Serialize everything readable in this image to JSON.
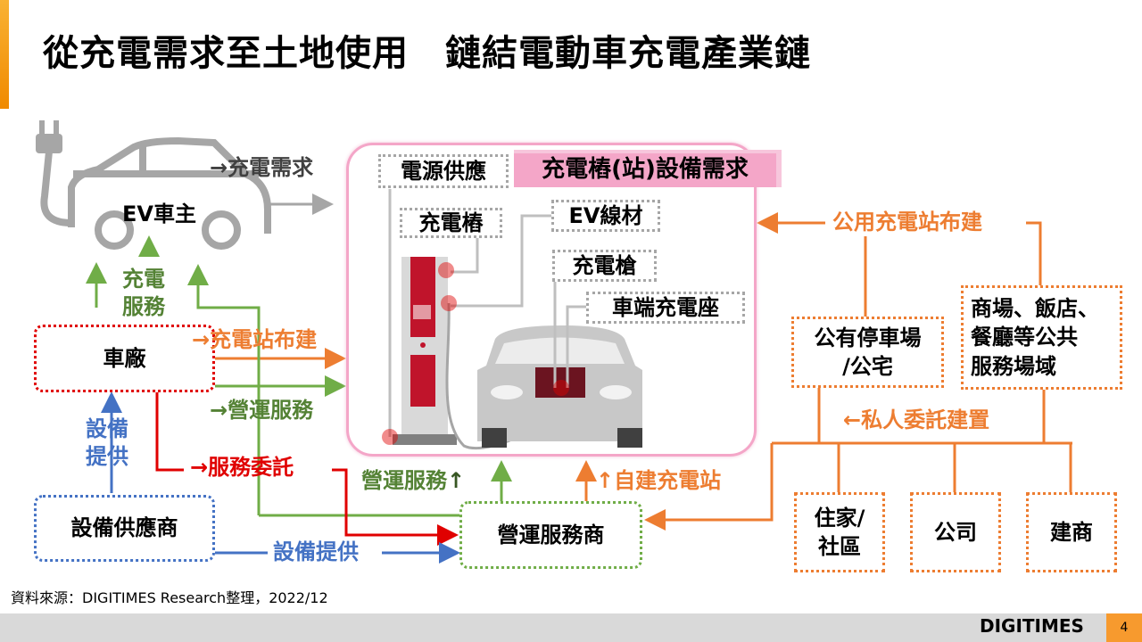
{
  "title": "從充電需求至土地使用　鏈結電動車充電產業鏈",
  "colors": {
    "orange": "#ED7D31",
    "green": "#70AD47",
    "dark_green": "#548235",
    "blue": "#4472C4",
    "red": "#E00000",
    "pink": "#F4A6C8",
    "page_tab": "#F79A2E"
  },
  "left": {
    "ev_owner": "EV車主",
    "charging_demand": "→充電需求",
    "charging_service": "充電\n服務",
    "automaker": "車廠",
    "station_build": "→充電站布建",
    "operation_service": "→營運服務",
    "equipment_supply_vertical": "設備\n提供",
    "service_commission": "→服務委託",
    "equipment_supplier": "設備供應商",
    "equipment_supply": "設備提供"
  },
  "center": {
    "header": "充電樁(站)設備需求",
    "power_supply": "電源供應",
    "charging_pile": "充電樁",
    "ev_cable": "EV線材",
    "charging_gun": "充電槍",
    "vehicle_inlet": "車端充電座",
    "operation_service_up": "營運服務",
    "self_build_station": "自建充電站",
    "operator": "營運服務商"
  },
  "right": {
    "public_station_build": "公用充電站布建",
    "public_parking": "公有停車場\n/公宅",
    "commercial": "商場、飯店、\n餐廳等公共\n服務場域",
    "private_commission": "←私人委託建置",
    "residence": "住家/\n社區",
    "company": "公司",
    "builder": "建商"
  },
  "footer": {
    "source": "資料來源：DIGITIMES Research整理，2022/12",
    "logo": "DIGITIMES",
    "page": "4"
  }
}
